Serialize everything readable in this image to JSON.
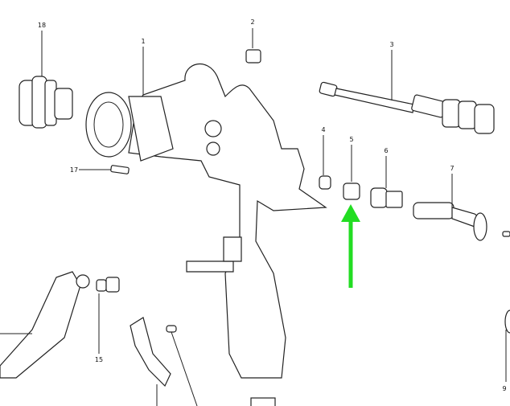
{
  "diagram": {
    "type": "exploded-parts-view",
    "part_labels": {
      "p18": "18",
      "p2": "2",
      "p1": "1",
      "p3": "3",
      "p4": "4",
      "p5": "5",
      "p6": "6",
      "p7": "7",
      "p17": "17",
      "p15": "15",
      "p9": "9"
    },
    "highlight": {
      "target_part": "5",
      "arrow_color": "#22dd22"
    }
  }
}
